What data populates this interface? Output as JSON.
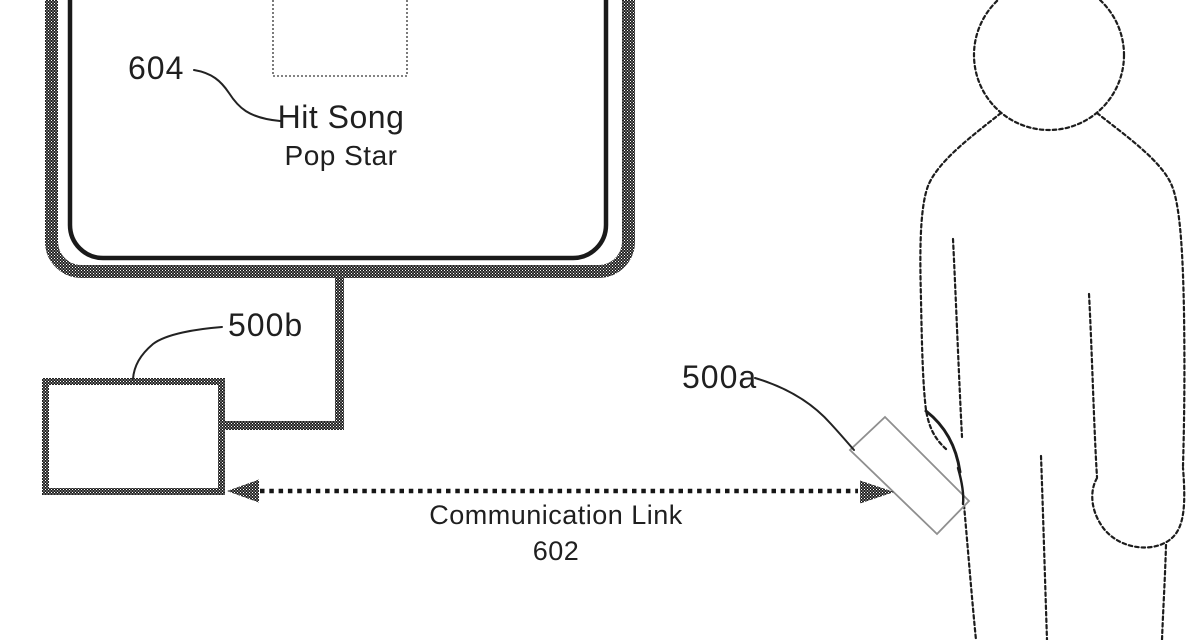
{
  "background": "#ffffff",
  "ink": "#1f1f1f",
  "border_color": "#262626",
  "device_outline_color": "#8f8f8f",
  "tv": {
    "ref_label": "604",
    "song_title": "Hit Song",
    "artist": "Pop Star"
  },
  "media_box": {
    "ref_label": "500b"
  },
  "handheld_device": {
    "ref_label": "500a"
  },
  "communication_link": {
    "label": "Communication Link",
    "ref_label": "602"
  }
}
